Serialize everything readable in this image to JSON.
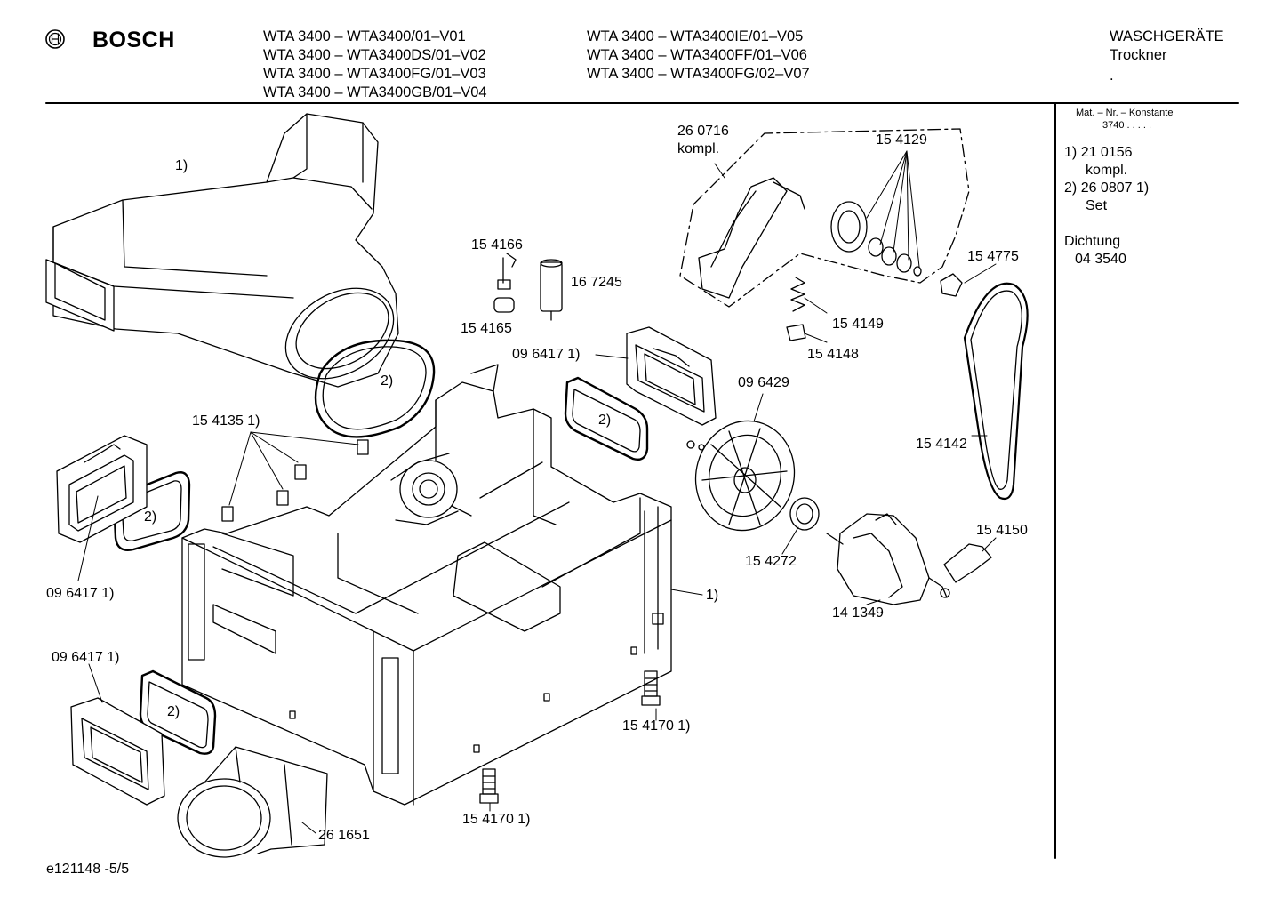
{
  "header": {
    "brand": "BOSCH",
    "models_left": [
      "WTA 3400 – WTA3400/01–V01",
      "WTA 3400 – WTA3400DS/01–V02",
      "WTA 3400 – WTA3400FG/01–V03",
      "WTA 3400 – WTA3400GB/01–V04"
    ],
    "models_right": [
      "WTA 3400 – WTA3400IE/01–V05",
      "WTA 3400 – WTA3400FF/01–V06",
      "WTA 3400 – WTA3400FG/02–V07"
    ],
    "category": "WASCHGERÄTE",
    "subcategory": "Trockner",
    "dot": "."
  },
  "side_panel": {
    "mat_title": "Mat. – Nr. – Konstante",
    "mat_value": "3740  .  .  .  .  .",
    "notes": [
      {
        "key": "1)",
        "code": "21 0156",
        "desc": "kompl."
      },
      {
        "key": "2)",
        "code": "26 0807 1)",
        "desc": "Set"
      }
    ],
    "dichtung_label": "Dichtung",
    "dichtung_code": "04 3540"
  },
  "labels": {
    "duct_1": "1)",
    "part_260716": "26 0716",
    "part_260716_sub": "kompl.",
    "part_154129": "15 4129",
    "part_154166": "15 4166",
    "part_167245": "16 7245",
    "part_154165": "15 4165",
    "part_154775": "15 4775",
    "part_154149": "15 4149",
    "part_154148": "15 4148",
    "part_096417_a": "09 6417 1)",
    "part_096429": "09 6429",
    "seal_2_a": "2)",
    "seal_2_b": "2)",
    "seal_2_c": "2)",
    "seal_2_d": "2)",
    "part_1541351": "15 4135 1)",
    "part_154142": "15 4142",
    "part_096417_b": "09 6417 1)",
    "part_154272": "15 4272",
    "part_154150": "15 4150",
    "base_1": "1)",
    "part_141349": "14 1349",
    "part_096417_c": "09 6417 1)",
    "part_1541701_a": "15 4170 1)",
    "part_1541701_b": "15 4170 1)",
    "part_261651": "26 1651"
  },
  "footer": {
    "doc_code": "e121148 -5/5"
  }
}
